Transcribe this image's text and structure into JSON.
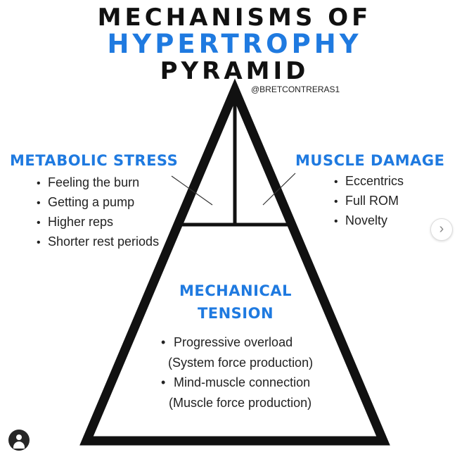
{
  "title": {
    "line1": "MECHANISMS OF",
    "line2": "HYPERTROPHY",
    "line3": "PYRAMID"
  },
  "handle": "@BRETCONTRERAS1",
  "metabolic_stress": {
    "heading": "METABOLIC STRESS",
    "items": [
      "Feeling the burn",
      "Getting a pump",
      "Higher reps",
      "Shorter rest periods"
    ]
  },
  "muscle_damage": {
    "heading": "MUSCLE DAMAGE",
    "items": [
      "Eccentrics",
      "Full ROM",
      "Novelty"
    ]
  },
  "mechanical_tension": {
    "heading_line1": "MECHANICAL",
    "heading_line2": "TENSION",
    "items": [
      {
        "label": "Progressive overload",
        "sub": "(System force production)"
      },
      {
        "label": "Mind-muscle connection",
        "sub": "(Muscle force production)"
      }
    ]
  },
  "bullet": "•",
  "colors": {
    "accent": "#1f7ae0",
    "outline": "#111111"
  },
  "icons": {
    "next": "chevron-right-icon",
    "profile": "avatar-icon"
  }
}
